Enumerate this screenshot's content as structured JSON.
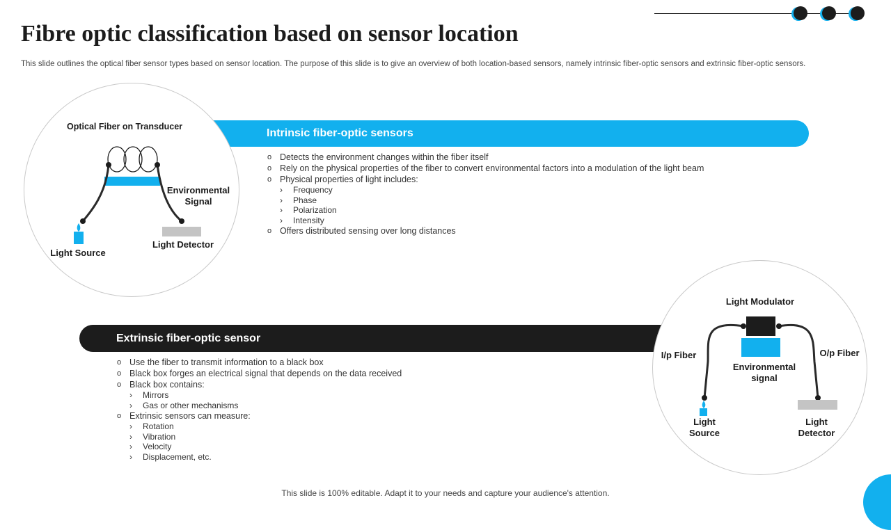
{
  "header": {
    "title": "Fibre optic classification based on sensor location",
    "subtitle": "This slide outlines the optical fiber sensor types based on sensor location. The purpose of this slide is to give an overview of both location-based sensors, namely intrinsic fiber-optic sensors and extrinsic fiber-optic sensors."
  },
  "colors": {
    "accent": "#12b0ee",
    "dark": "#1c1c1c",
    "detector_gray": "#c4c4c4"
  },
  "intrinsic": {
    "heading": "Intrinsic fiber-optic sensors",
    "points": [
      "Detects the environment  changes within the fiber itself",
      "Rely on the physical properties  of the fiber to convert  environmental  factors into a modulation  of the light beam",
      "Physical properties  of light includes:"
    ],
    "sub_points": [
      "Frequency",
      "Phase",
      "Polarization",
      "Intensity"
    ],
    "last_point": "Offers distributed sensing over long distances",
    "diagram": {
      "title": "Optical Fiber on Transducer",
      "signal": [
        "Environmental",
        "Signal"
      ],
      "source": "Light Source",
      "detector": "Light Detector",
      "icons": [
        "coil-icon",
        "transducer-bar",
        "candle-icon",
        "detector-plate"
      ]
    }
  },
  "extrinsic": {
    "heading": "Extrinsic fiber-optic sensor",
    "points": [
      "Use the fiber  to transmit information  to a black box",
      "Black box forges  an electrical signal that depends on the data received",
      "Black box contains:"
    ],
    "sub_points_1": [
      "Mirrors",
      "Gas or other mechanisms"
    ],
    "point_4": "Extrinsic sensors can measure:",
    "sub_points_2": [
      "Rotation",
      "Vibration",
      "Velocity",
      "Displacement, etc."
    ],
    "diagram": {
      "modulator": "Light Modulator",
      "input_fiber": "I/p Fiber",
      "output_fiber": "O/p Fiber",
      "signal": [
        "Environmental",
        "signal"
      ],
      "source": [
        "Light",
        "Source"
      ],
      "detector": [
        "Light",
        "Detector"
      ],
      "icons": [
        "modulator-box",
        "signal-box",
        "candle-icon",
        "detector-plate"
      ]
    }
  },
  "footer": "This slide is 100% editable. Adapt it to your needs and capture your audience's attention."
}
